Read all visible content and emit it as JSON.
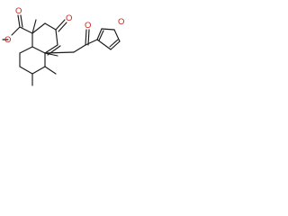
{
  "structure": {
    "atoms": {
      "O_ketone": "O",
      "O_furan": "O",
      "O_carbonyl_side": "O",
      "O_ester_double": "O",
      "O_ester_single": "O"
    },
    "colors": {
      "bond": "#1a1a1a",
      "oxygen": "#cc1f1a",
      "background": "#ffffff"
    }
  }
}
